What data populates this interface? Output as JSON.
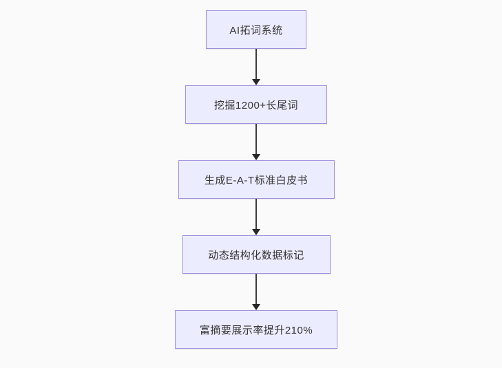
{
  "flowchart": {
    "type": "flowchart",
    "direction": "top-down",
    "nodes": [
      {
        "id": "n1",
        "label": "AI拓词系统"
      },
      {
        "id": "n2",
        "label": "挖掘1200+长尾词"
      },
      {
        "id": "n3",
        "label": "生成E-A-T标准白皮书"
      },
      {
        "id": "n4",
        "label": "动态结构化数据标记"
      },
      {
        "id": "n5",
        "label": "富摘要展示率提升210%"
      }
    ],
    "edges": [
      {
        "from": "n1",
        "to": "n2"
      },
      {
        "from": "n2",
        "to": "n3"
      },
      {
        "from": "n3",
        "to": "n4"
      },
      {
        "from": "n4",
        "to": "n5"
      }
    ],
    "colors": {
      "background": "#FAFAFA",
      "node_fill": "#ECECFF",
      "node_border": "#9F8FDF",
      "text": "#333333",
      "arrow": "#3B3B3B",
      "arrow_head": "#262626"
    }
  }
}
